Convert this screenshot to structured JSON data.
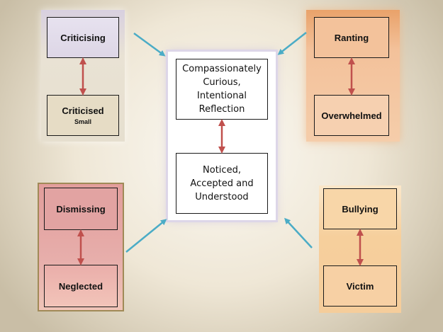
{
  "top_left": {
    "top": "Criticising",
    "bottom": "Criticised",
    "bottom_sub": "Small"
  },
  "top_right": {
    "top": "Ranting",
    "bottom": "Overwhelmed"
  },
  "bottom_left": {
    "top": "Dismissing",
    "bottom": "Neglected"
  },
  "bottom_right": {
    "top": "Bullying",
    "bottom": "Victim"
  },
  "center": {
    "top": "Compassionately Curious, Intentional Reflection",
    "bottom": "Noticed, Accepted and Understood"
  },
  "colors": {
    "arrow_vertical": "#c0504d",
    "arrow_diagonal": "#4bacc6",
    "panel_top_left": "#e6dfcf",
    "panel_top_right": "#f3c19a",
    "panel_bottom_left": "#e5a9a7",
    "panel_bottom_right": "#f6d3a6"
  }
}
